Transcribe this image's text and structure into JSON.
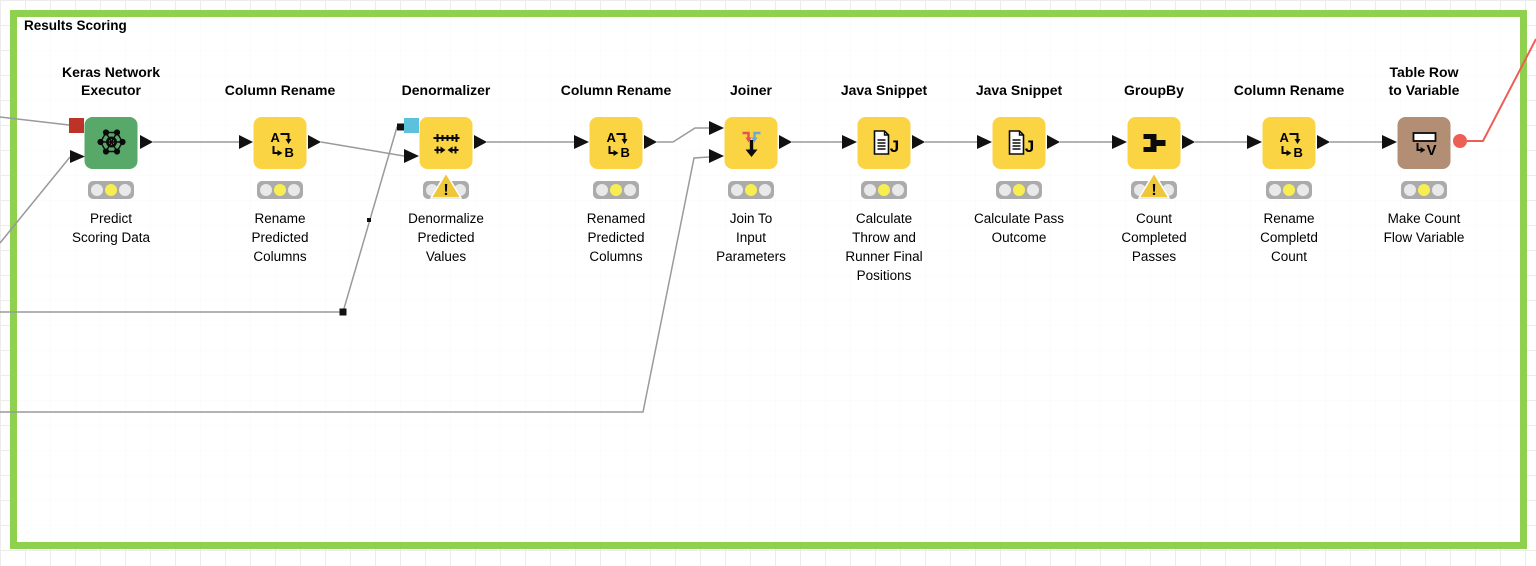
{
  "annotation": {
    "title": "Results Scoring"
  },
  "colors": {
    "annotation_border": "#8FD14F",
    "node_yellow": "#FBD444",
    "node_green": "#58A969",
    "node_brown": "#B28F74",
    "connection_gray": "#9A9A9A",
    "flow_variable_red": "#ED5F55",
    "model_port_red": "#BE3327",
    "normalizer_port_blue": "#5BC1DD",
    "status_lit_yellow": "#F8EE52",
    "warning_yellow": "#EEC73B"
  },
  "icons": {
    "column_rename": {
      "a": "A",
      "b": "B"
    },
    "java_snippet": {
      "j": "J"
    },
    "table_row_to_variable": {
      "v": "V"
    },
    "warning_mark": "!"
  },
  "nodes": [
    {
      "type_label": "Keras Network\nExecutor",
      "description": "Predict\nScoring Data"
    },
    {
      "type_label": "Column Rename",
      "description": "Rename\nPredicted\nColumns"
    },
    {
      "type_label": "Denormalizer",
      "description": "Denormalize\nPredicted\nValues"
    },
    {
      "type_label": "Column Rename",
      "description": "Renamed\nPredicted\nColumns"
    },
    {
      "type_label": "Joiner",
      "description": "Join To\nInput\nParameters"
    },
    {
      "type_label": "Java Snippet",
      "description": "Calculate\nThrow and\nRunner Final\nPositions"
    },
    {
      "type_label": "Java Snippet",
      "description": "Calculate Pass\nOutcome"
    },
    {
      "type_label": "GroupBy",
      "description": "Count\nCompleted\nPasses"
    },
    {
      "type_label": "Column Rename",
      "description": "Rename\nCompletd\nCount"
    },
    {
      "type_label": "Table Row\nto Variable",
      "description": "Make Count\nFlow Variable"
    }
  ]
}
